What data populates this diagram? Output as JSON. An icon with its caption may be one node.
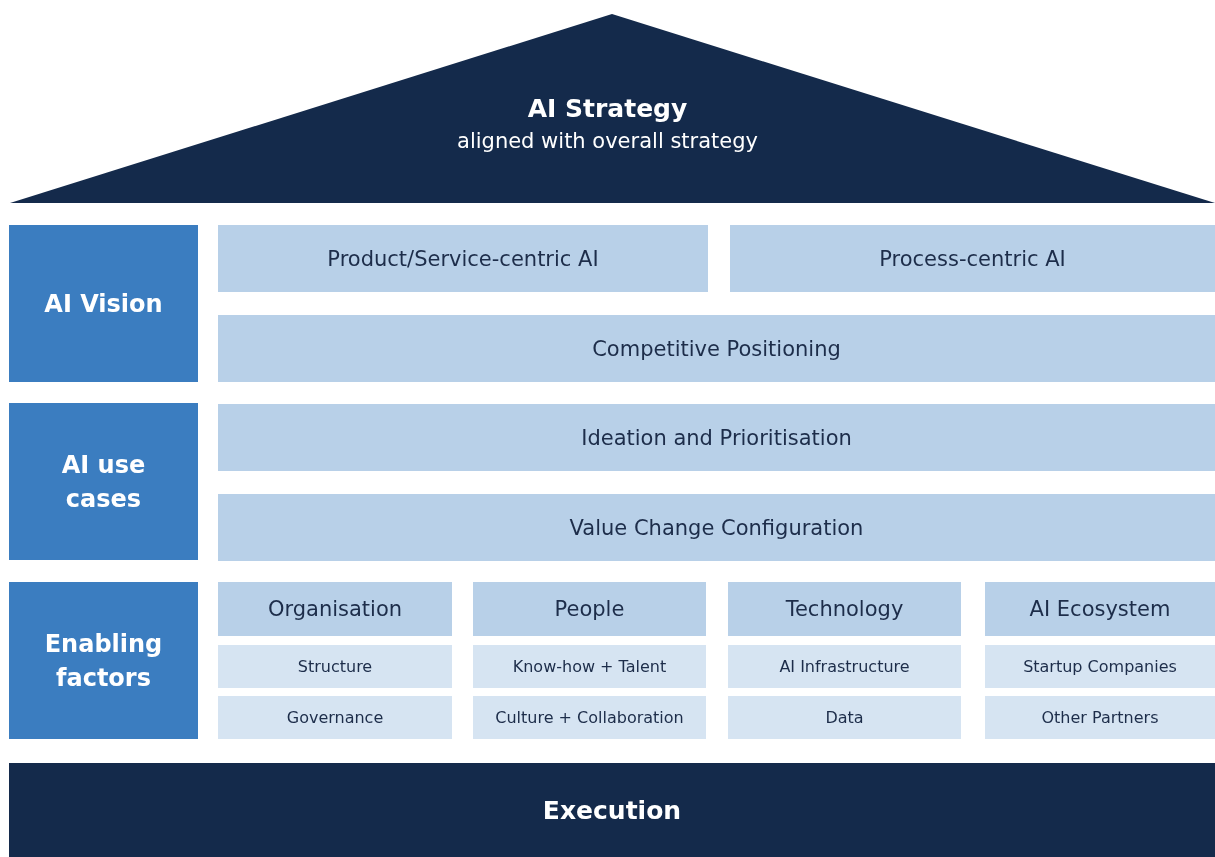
{
  "diagram": {
    "nodes": [
      {
        "text": [
          "AI Strategy",
          "aligned with overall strategy"
        ]
      },
      {
        "text": [
          "AI Vision"
        ]
      },
      {
        "text": [
          "Product/Service-centric AI"
        ]
      },
      {
        "text": [
          "Process-centric AI"
        ]
      },
      {
        "text": [
          "Competitive Positioning"
        ]
      },
      {
        "text": [
          "AI use cases"
        ]
      },
      {
        "text": [
          "Ideation and Prioritisation"
        ]
      },
      {
        "text": [
          "Value Change Configuration"
        ]
      },
      {
        "text": [
          "Enabling factors"
        ]
      },
      {
        "text": [
          "Organisation"
        ]
      },
      {
        "text": [
          "People"
        ]
      },
      {
        "text": [
          "Technology"
        ]
      },
      {
        "text": [
          "AI Ecosystem"
        ]
      },
      {
        "text": [
          "Structure"
        ]
      },
      {
        "text": [
          "Know-how + Talent"
        ]
      },
      {
        "text": [
          "AI Infrastructure"
        ]
      },
      {
        "text": [
          "Startup Companies"
        ]
      },
      {
        "text": [
          "Governance"
        ]
      },
      {
        "text": [
          "Culture + Collaboration"
        ]
      },
      {
        "text": [
          "Data"
        ]
      },
      {
        "text": [
          "Other Partners"
        ]
      },
      {
        "text": [
          "Execution"
        ]
      }
    ]
  }
}
